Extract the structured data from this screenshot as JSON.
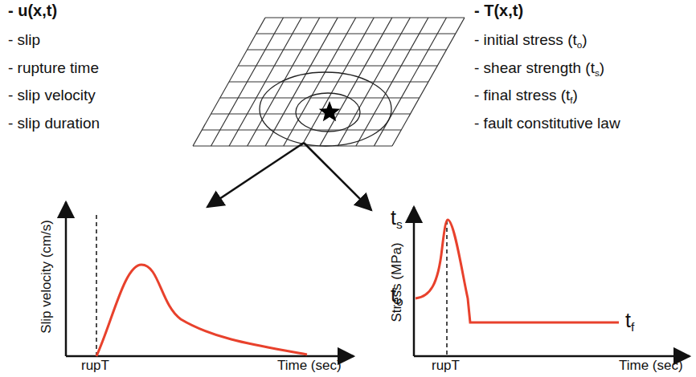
{
  "diagram": {
    "labels": [
      "- u(x,t)",
      "- slip",
      "- rupture time",
      "- slip velocity",
      "- slip duration",
      "- T(x,t)",
      "- initial stress (t",
      "o",
      ")",
      "- shear strength (t",
      "s",
      ")",
      "- final stress (t",
      "f",
      ")",
      "- fault constitutive law",
      "Slip velocity (cm/s)",
      "rupT",
      "Time (sec)",
      "Stress (MPa)",
      "t",
      "s",
      "t",
      "o",
      "rupT",
      "t",
      "f",
      "Time (sec)"
    ]
  }
}
